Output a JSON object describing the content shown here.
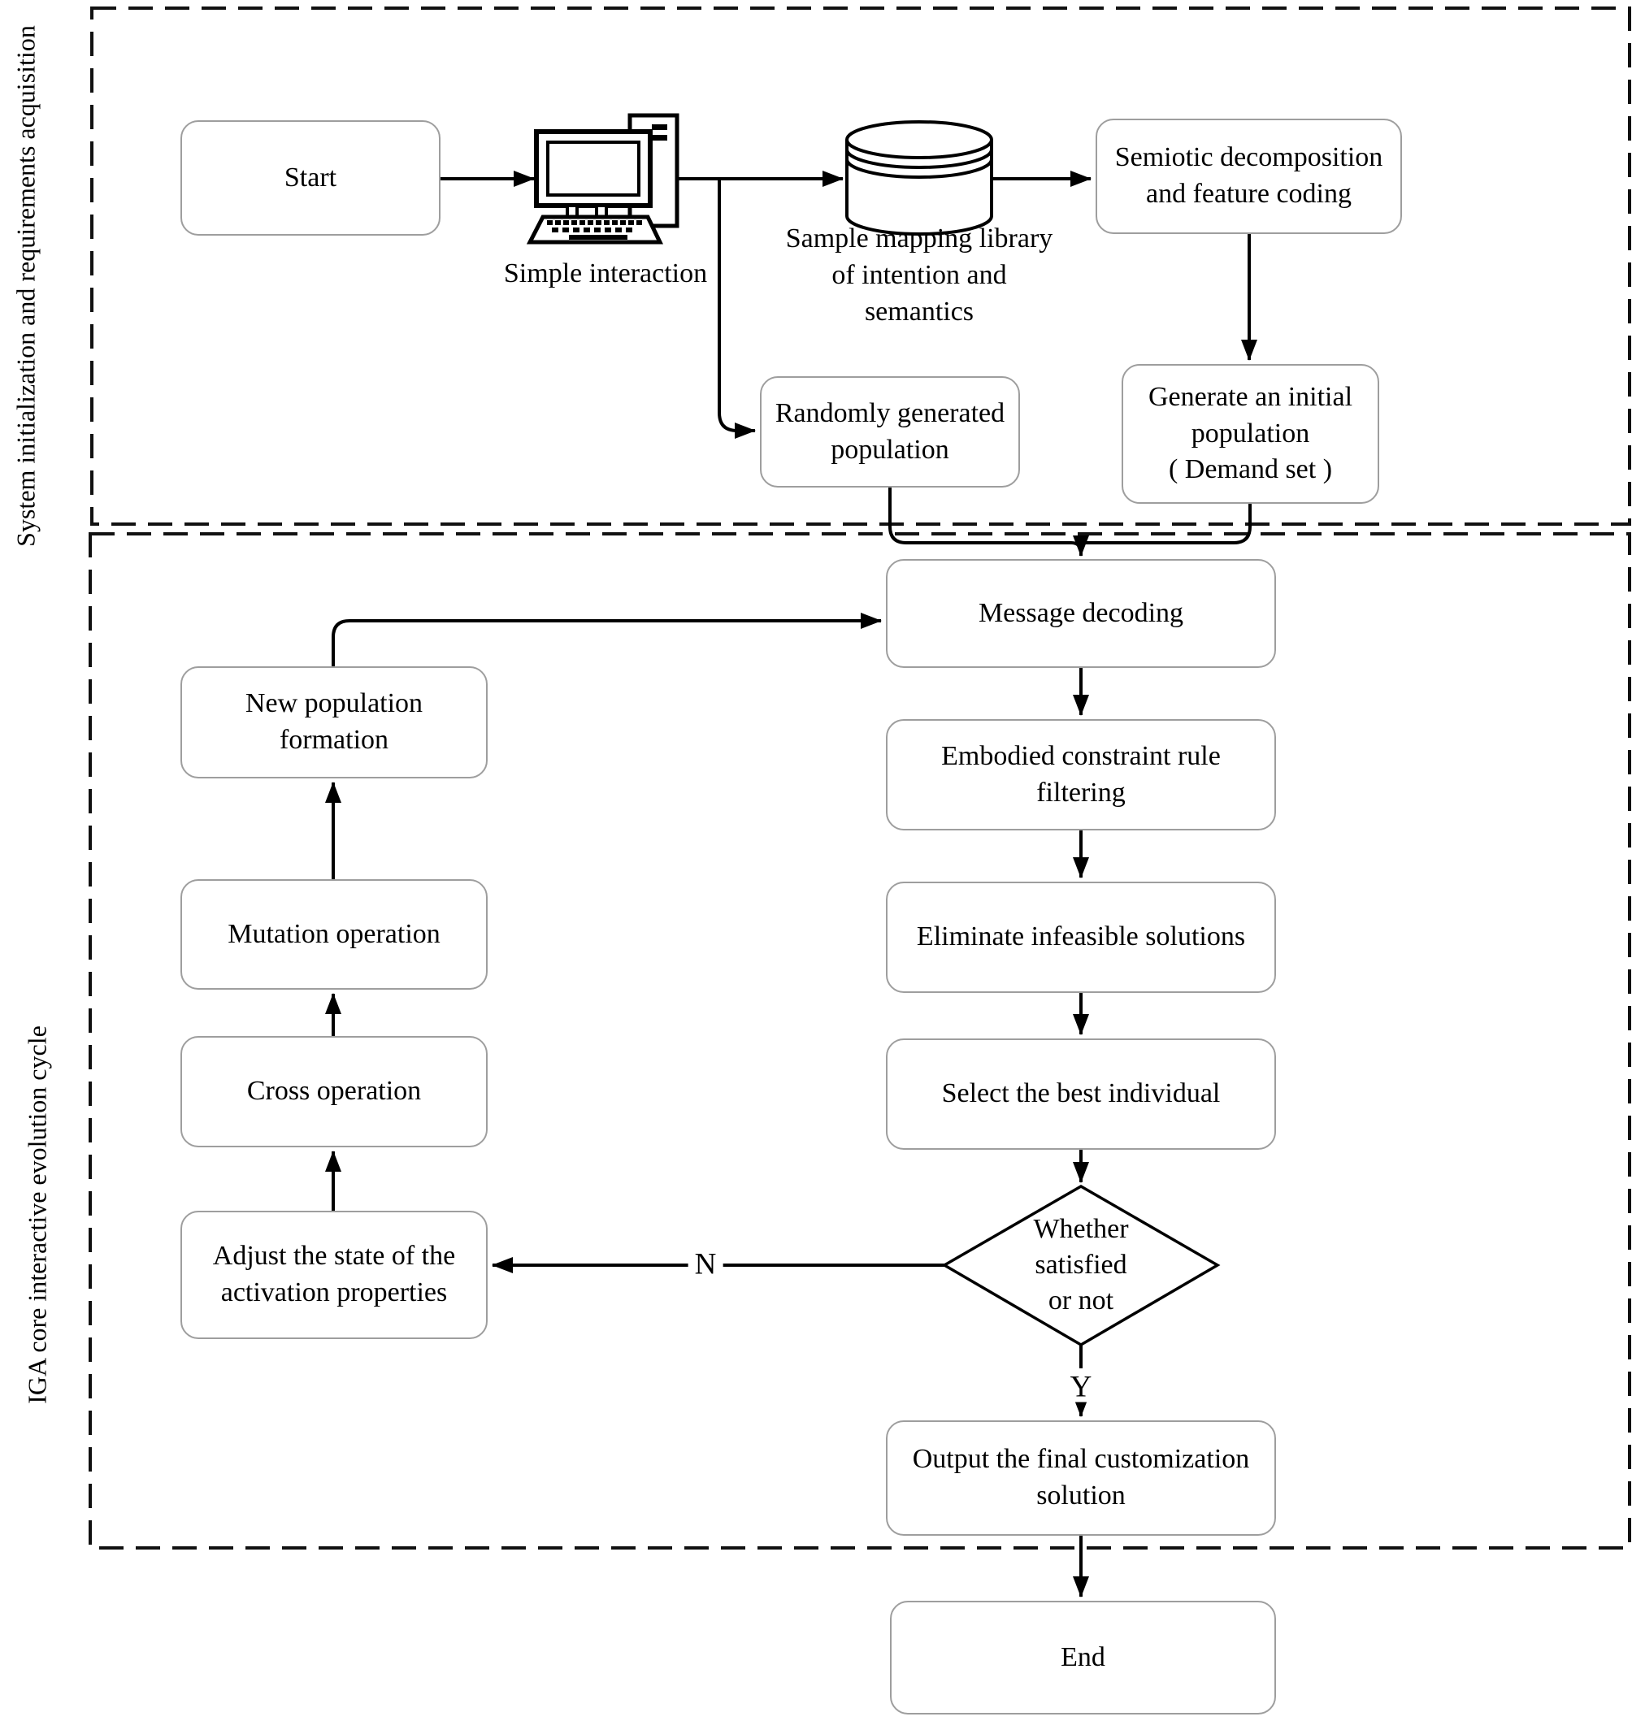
{
  "section_labels": {
    "top": "System initialization and requirements acquisition",
    "bottom": "IGA core interactive evolution cycle"
  },
  "nodes": {
    "start": {
      "lines": [
        "Start"
      ]
    },
    "simple_interaction": {
      "lines": [
        "Simple interaction"
      ]
    },
    "sample_library": {
      "lines": [
        "Sample mapping library",
        "of intention and",
        "semantics"
      ]
    },
    "semiotic": {
      "lines": [
        "Semiotic decomposition",
        "and feature coding"
      ]
    },
    "random_population": {
      "lines": [
        "Randomly generated",
        "population"
      ]
    },
    "initial_population": {
      "lines": [
        "Generate an initial",
        "population",
        "( Demand set )"
      ]
    },
    "message_decoding": {
      "lines": [
        "Message decoding"
      ]
    },
    "constraint_filtering": {
      "lines": [
        "Embodied constraint rule",
        "filtering"
      ]
    },
    "eliminate_infeasible": {
      "lines": [
        "Eliminate infeasible solutions"
      ]
    },
    "select_best": {
      "lines": [
        "Select the best individual"
      ]
    },
    "decision": {
      "lines": [
        "Whether",
        "satisfied",
        "or not"
      ]
    },
    "output_solution": {
      "lines": [
        "Output the final customization",
        "solution"
      ]
    },
    "end": {
      "lines": [
        "End"
      ]
    },
    "new_population": {
      "lines": [
        "New population",
        "formation"
      ]
    },
    "mutation": {
      "lines": [
        "Mutation operation"
      ]
    },
    "cross": {
      "lines": [
        "Cross operation"
      ]
    },
    "adjust_state": {
      "lines": [
        "Adjust the state of the",
        "activation properties"
      ]
    }
  },
  "edge_labels": {
    "no": "N",
    "yes": "Y"
  },
  "icons": {
    "computer": "computer-icon",
    "database": "database-cylinder-icon"
  },
  "colors": {
    "line": "#000000",
    "box_border": "#9e9e9e",
    "box_fill": "#ffffff",
    "text": "#000000",
    "background": "#ffffff"
  }
}
